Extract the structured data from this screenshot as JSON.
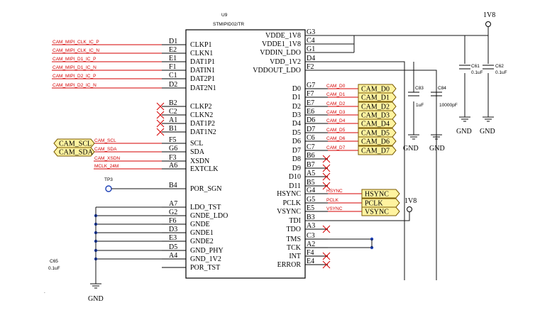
{
  "chip": {
    "ref": "U9",
    "part": "STMIPID02/TR",
    "left_pins": [
      {
        "num": "D1",
        "name": "CLKP1",
        "net": "CAM_MIPI_CLK_IC_P"
      },
      {
        "num": "E2",
        "name": "CLKN1",
        "net": "CAM_MIPI_CLK_IC_N"
      },
      {
        "num": "E1",
        "name": "DAT1P1",
        "net": "CAM_MIPI_D1_IC_P"
      },
      {
        "num": "F1",
        "name": "DATIN1",
        "net": "CAM_MIPI_D1_IC_N"
      },
      {
        "num": "C1",
        "name": "DAT2P1",
        "net": "CAM_MIPI_D2_IC_P"
      },
      {
        "num": "D2",
        "name": "DAT2N1",
        "net": "CAM_MIPI_D2_IC_N"
      },
      {
        "num": "B2",
        "name": "CLKP2",
        "net": ""
      },
      {
        "num": "C2",
        "name": "CLKN2",
        "net": ""
      },
      {
        "num": "A1",
        "name": "DAT1P2",
        "net": ""
      },
      {
        "num": "B1",
        "name": "DAT1N2",
        "net": ""
      },
      {
        "num": "F5",
        "name": "SCL",
        "net": "CAM_SCL"
      },
      {
        "num": "G6",
        "name": "SDA",
        "net": "CAM_SDA"
      },
      {
        "num": "F3",
        "name": "XSDN",
        "net": "CAM_XSDN"
      },
      {
        "num": "A6",
        "name": "EXTCLK",
        "net": "MCLK_24M"
      },
      {
        "num": "B4",
        "name": "POR_SGN",
        "net": ""
      },
      {
        "num": "A7",
        "name": "LDO_TST",
        "net": ""
      },
      {
        "num": "G2",
        "name": "GNDE_LDO",
        "net": ""
      },
      {
        "num": "F6",
        "name": "GNDE",
        "net": ""
      },
      {
        "num": "D3",
        "name": "GNDE1",
        "net": ""
      },
      {
        "num": "E3",
        "name": "GNDE2",
        "net": ""
      },
      {
        "num": "D5",
        "name": "GND_PHY",
        "net": ""
      },
      {
        "num": "A4",
        "name": "GND_1V2",
        "net": ""
      },
      {
        "num": "",
        "name": "POR_TST",
        "net": ""
      }
    ],
    "right_pins": [
      {
        "num": "G3",
        "name": "VDDE_1V8",
        "net": ""
      },
      {
        "num": "C4",
        "name": "VDDE1_1V8",
        "net": ""
      },
      {
        "num": "G1",
        "name": "VDDIN_LDO",
        "net": ""
      },
      {
        "num": "D4",
        "name": "VDD_1V2",
        "net": ""
      },
      {
        "num": "F2",
        "name": "VDDOUT_LDO",
        "net": ""
      },
      {
        "num": "G7",
        "name": "D0",
        "net": "CAM_D0"
      },
      {
        "num": "F7",
        "name": "D1",
        "net": "CAM_D1"
      },
      {
        "num": "E7",
        "name": "D2",
        "net": "CAM_D2"
      },
      {
        "num": "E6",
        "name": "D3",
        "net": "CAM_D3"
      },
      {
        "num": "D6",
        "name": "D4",
        "net": "CAM_D4"
      },
      {
        "num": "D7",
        "name": "D5",
        "net": "CAM_D5"
      },
      {
        "num": "C6",
        "name": "D6",
        "net": "CAM_D6"
      },
      {
        "num": "C7",
        "name": "D7",
        "net": "CAM_D7"
      },
      {
        "num": "B6",
        "name": "D8",
        "net": ""
      },
      {
        "num": "B7",
        "name": "D9",
        "net": ""
      },
      {
        "num": "A5",
        "name": "D10",
        "net": ""
      },
      {
        "num": "B5",
        "name": "D11",
        "net": ""
      },
      {
        "num": "G4",
        "name": "HSYNC",
        "net": "HSYNC"
      },
      {
        "num": "G5",
        "name": "PCLK",
        "net": "PCLK"
      },
      {
        "num": "E5",
        "name": "VSYNC",
        "net": "VSYNC"
      },
      {
        "num": "B3",
        "name": "TDI",
        "net": ""
      },
      {
        "num": "A3",
        "name": "TDO",
        "net": ""
      },
      {
        "num": "C3",
        "name": "TMS",
        "net": ""
      },
      {
        "num": "A2",
        "name": "TCK",
        "net": ""
      },
      {
        "num": "F4",
        "name": "INT",
        "net": ""
      },
      {
        "num": "E4",
        "name": "ERROR",
        "net": ""
      }
    ]
  },
  "ports": {
    "cam_data": [
      "CAM_D0",
      "CAM_D1",
      "CAM_D2",
      "CAM_D3",
      "CAM_D4",
      "CAM_D5",
      "CAM_D6",
      "CAM_D7"
    ],
    "sync": [
      "HSYNC",
      "PCLK",
      "VSYNC"
    ],
    "i2c": [
      "CAM_SCL",
      "CAM_SDA"
    ]
  },
  "caps": [
    {
      "ref": "C83",
      "value": "1uF"
    },
    {
      "ref": "C84",
      "value": "10000pF"
    },
    {
      "ref": "C61",
      "value": "0.1uF"
    },
    {
      "ref": "C62",
      "value": "0.1uF"
    },
    {
      "ref": "C65",
      "value": "0.1uF"
    }
  ],
  "power": {
    "rail_top": "1V8",
    "rail_mid": "1V8",
    "gnd": "GND"
  },
  "testpoint": "TP3"
}
